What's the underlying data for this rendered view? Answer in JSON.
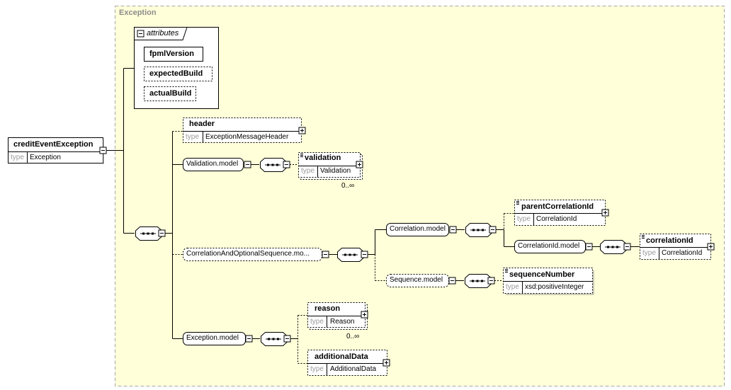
{
  "root": {
    "name": "creditEventException",
    "type_label": "type",
    "type_value": "Exception"
  },
  "frame": {
    "title": "Exception"
  },
  "attributes": {
    "title": "attributes",
    "items": [
      "fpmlVersion",
      "expectedBuild",
      "actualBuild"
    ]
  },
  "header": {
    "name": "header",
    "type_label": "type",
    "type_value": "ExceptionMessageHeader"
  },
  "validation_model": {
    "name": "Validation.model"
  },
  "validation": {
    "name": "validation",
    "type_label": "type",
    "type_value": "Validation",
    "occurrence": "0..∞"
  },
  "correlation_seq": {
    "name": "CorrelationAndOptionalSequence.mo..."
  },
  "correlation_model": {
    "name": "Correlation.model"
  },
  "parent_correlation": {
    "name": "parentCorrelationId",
    "type_label": "type",
    "type_value": "CorrelationId"
  },
  "correlation_id_model": {
    "name": "CorrelationId.model"
  },
  "correlation_id": {
    "name": "correlationId",
    "type_label": "type",
    "type_value": "CorrelationId"
  },
  "sequence_model": {
    "name": "Sequence.model"
  },
  "sequence_number": {
    "name": "sequenceNumber",
    "type_label": "type",
    "type_value": "xsd:positiveInteger"
  },
  "exception_model": {
    "name": "Exception.model"
  },
  "reason": {
    "name": "reason",
    "type_label": "type",
    "type_value": "Reason",
    "occurrence": "0..∞"
  },
  "additional_data": {
    "name": "additionalData",
    "type_label": "type",
    "type_value": "AdditionalData"
  },
  "colors": {
    "frame_fill": "#ffffd9",
    "frame_border": "#a8a8a8",
    "box_fill": "#ffffff",
    "line": "#000000",
    "type_text": "#9a9a9a"
  }
}
